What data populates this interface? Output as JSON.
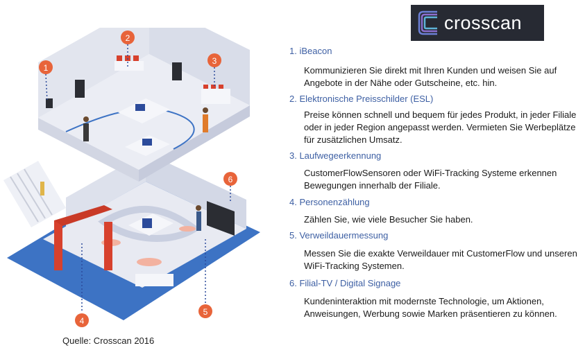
{
  "logo": {
    "text": "crosscan"
  },
  "caption": "Quelle: Crosscan 2016",
  "markers": [
    "1",
    "2",
    "3",
    "4",
    "5",
    "6"
  ],
  "items": [
    {
      "title": "1. iBeacon",
      "lines": [
        "Kommunizieren Sie direkt mit Ihren Kunden und weisen Sie auf",
        "Angebote in der Nähe oder Gutscheine, etc. hin."
      ]
    },
    {
      "title": "2. Elektronische Preisschilder (ESL)",
      "lines": [
        "Preise können schnell und bequem für jedes Produkt, in jeder Filiale",
        "oder in jeder Region angepasst werden. Vermieten Sie Werbeplätze",
        "für zusätzlichen Umsatz."
      ]
    },
    {
      "title": "3. Laufwegeerkennung",
      "lines": [
        "CustomerFlowSensoren oder WiFi-Tracking Systeme erkennen",
        "Bewegungen innerhalb der Filiale."
      ]
    },
    {
      "title": "4. Personenzählung",
      "lines": [
        "Zählen Sie, wie viele Besucher Sie haben."
      ]
    },
    {
      "title": "5. Verweildauermessung",
      "lines": [
        "Messen Sie die exakte Verweildauer mit CustomerFlow und unseren",
        "WiFi-Tracking Systemen."
      ]
    },
    {
      "title": "6. Filial-TV / Digital Signage",
      "lines": [
        "Kundeninteraktion mit modernste Technologie, um Aktionen,",
        "Anweisungen, Werbung sowie Marken präsentieren zu können."
      ]
    }
  ]
}
